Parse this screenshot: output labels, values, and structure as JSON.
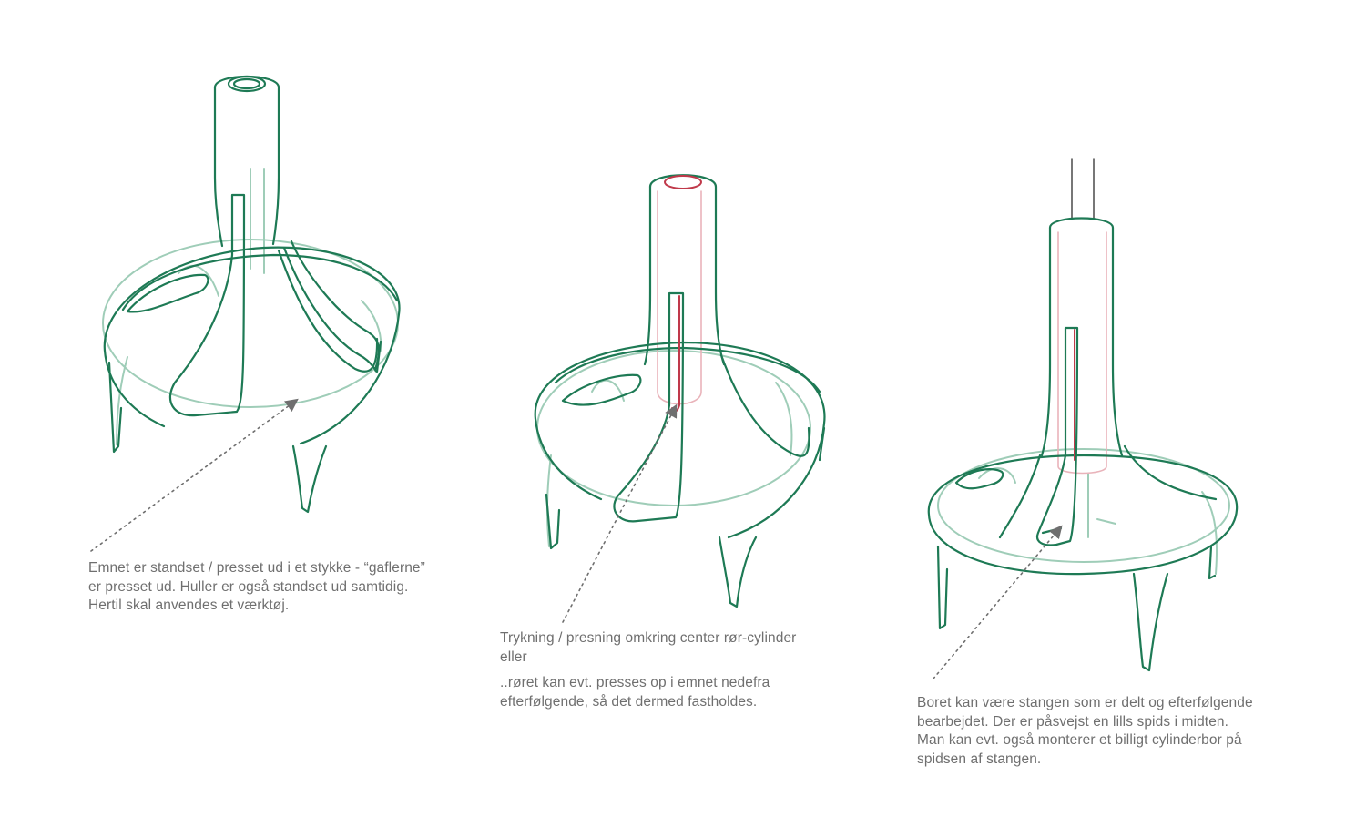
{
  "colors": {
    "outline_green": "#1e7a55",
    "ghost_green": "#9fcdb8",
    "highlight_red": "#c0394a",
    "ghost_red": "#e9b3ba",
    "annotation_gray": "#6f6f6f",
    "drill_rod": "#555555"
  },
  "annotations": [
    {
      "lines": [
        "Emnet er standset / presset ud i et stykke - “gaflerne”",
        "er presset ud. Huller er også standset ud samtidig.",
        "Hertil skal anvendes et værktøj."
      ]
    },
    {
      "lines": [
        "Trykning / presning omkring center rør-cylinder",
        "eller"
      ],
      "sub_lines": [
        "..røret kan evt. presses op i emnet nedefra",
        "efterfølgende, så det dermed fastholdes."
      ]
    },
    {
      "lines": [
        "Boret kan være stangen som er delt og efterfølgende",
        "bearbejdet. Der er påsvejst en lills spids i midten.",
        "Man kan evt. også monterer et billigt cylinderbor på",
        "spidsen af stangen."
      ]
    }
  ]
}
